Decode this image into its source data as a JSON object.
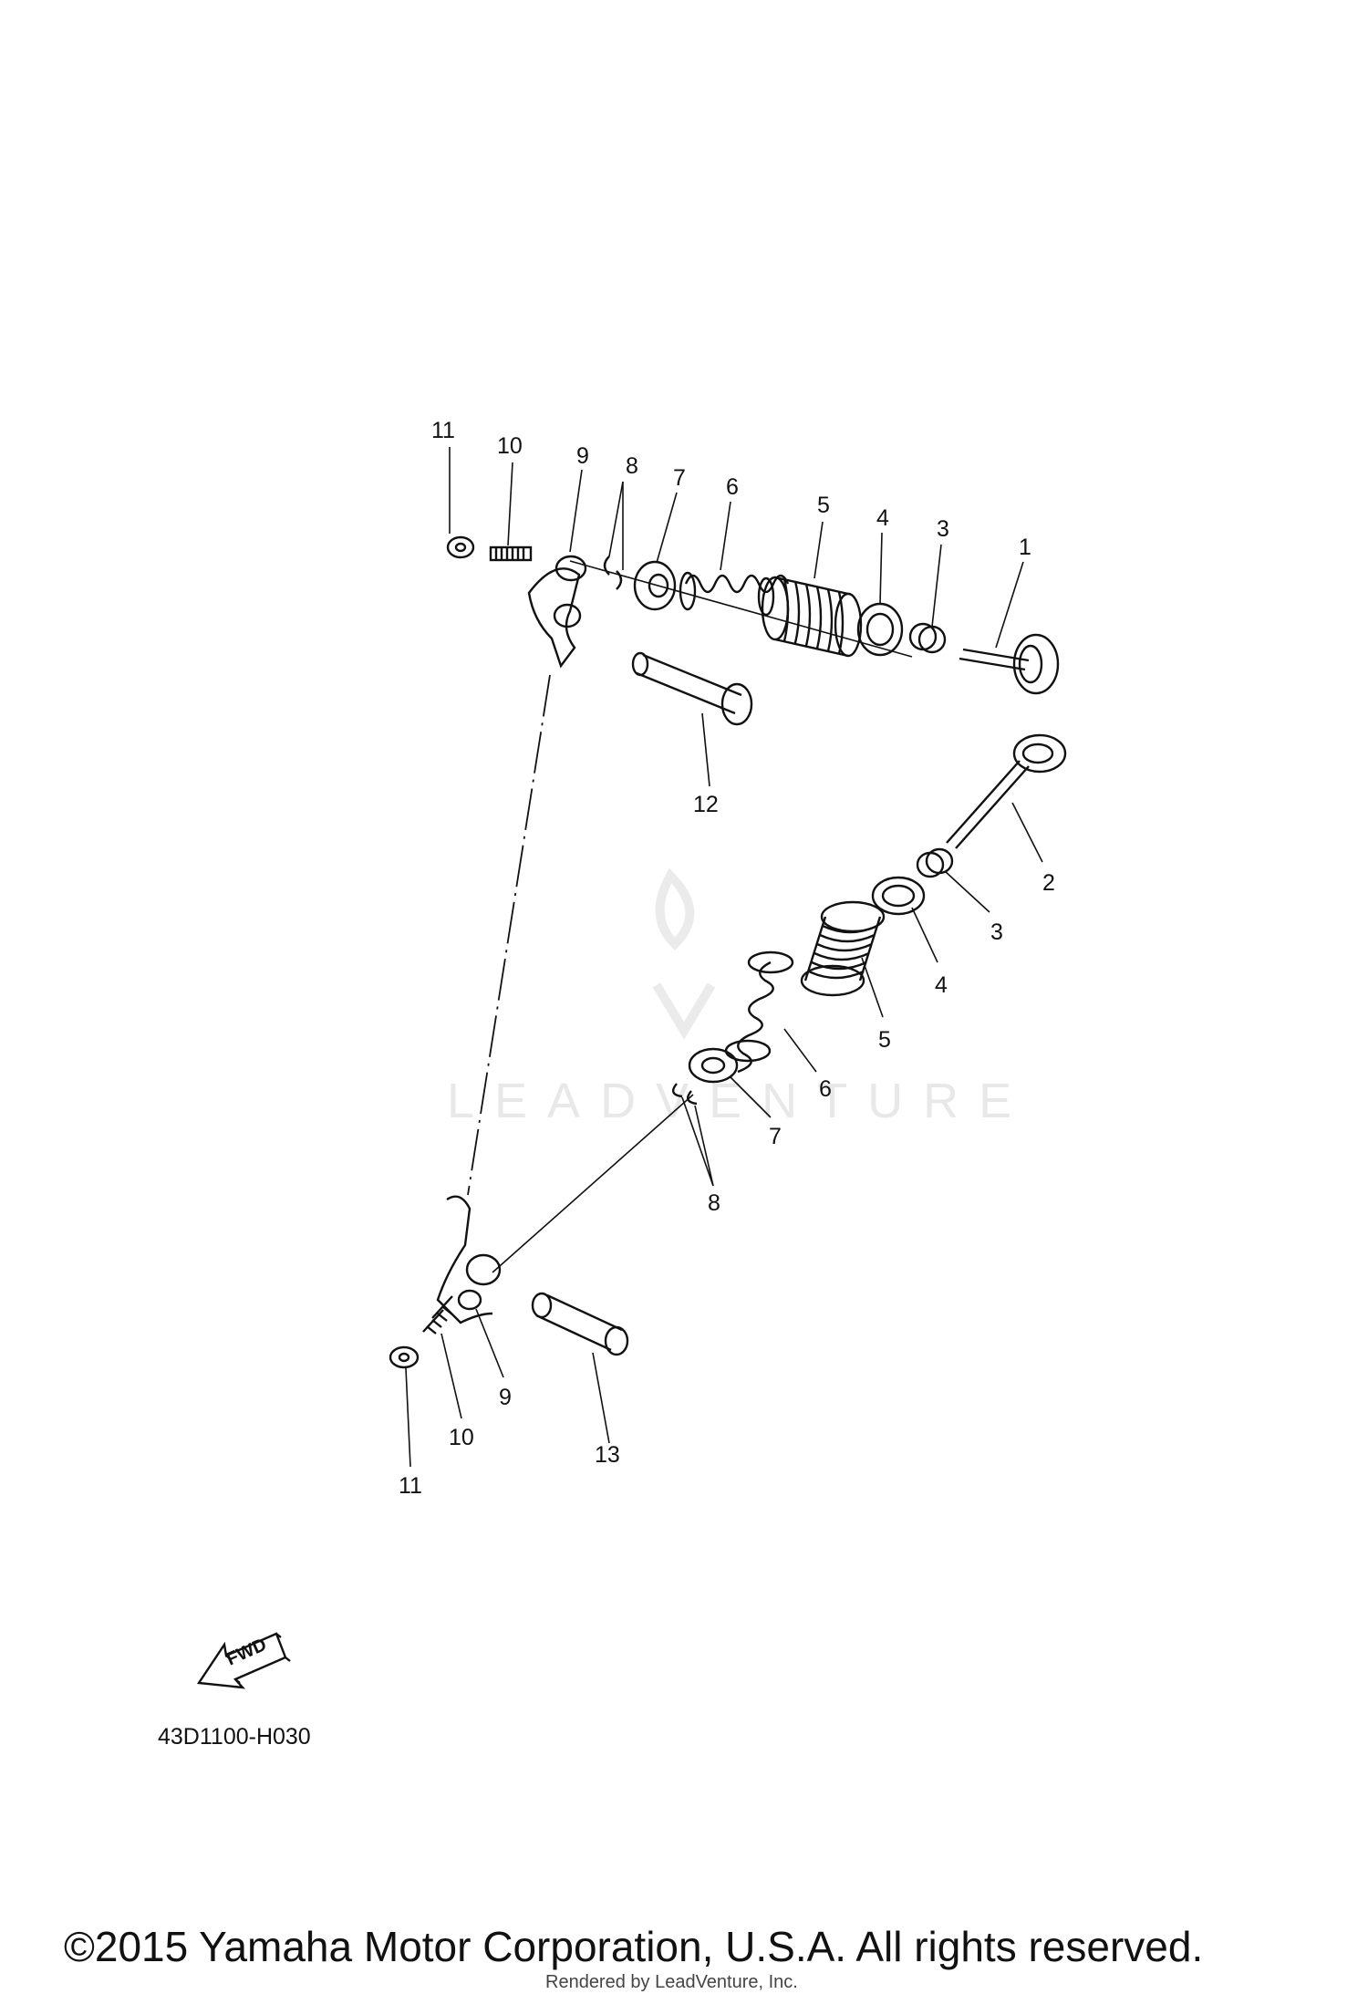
{
  "labels": {
    "top": {
      "p1": "1",
      "p3": "3",
      "p4": "4",
      "p5": "5",
      "p6": "6",
      "p7": "7",
      "p8": "8",
      "p9": "9",
      "p10": "10",
      "p11": "11",
      "p12": "12"
    },
    "bottom": {
      "p2": "2",
      "p3": "3",
      "p4": "4",
      "p5": "5",
      "p6": "6",
      "p7": "7",
      "p8": "8",
      "p9": "9",
      "p10": "10",
      "p11": "11",
      "p13": "13"
    }
  },
  "fwd_arrow": {
    "text": "FWD"
  },
  "diagram_code": "43D1100-H030",
  "watermark": {
    "text": "LEADVENTURE"
  },
  "copyright": "©2015 Yamaha Motor Corporation, U.S.A. All rights reserved.",
  "rendered_by": "Rendered by LeadVenture, Inc."
}
